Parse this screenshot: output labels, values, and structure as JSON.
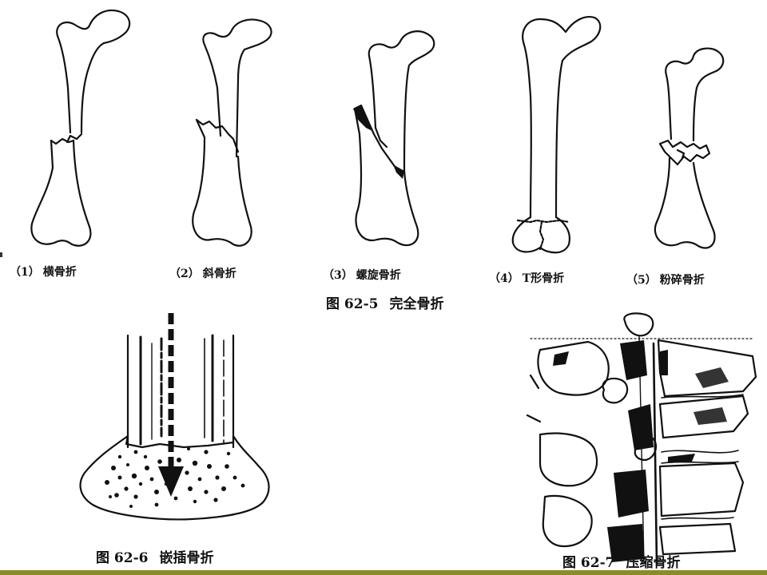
{
  "figure_5": {
    "caption_number": "图 62-5",
    "caption_title": "完全骨折",
    "panels": [
      {
        "index": "（1）",
        "name": "横骨折"
      },
      {
        "index": "（2）",
        "name": "斜骨折"
      },
      {
        "index": "（3）",
        "name": "螺旋骨折"
      },
      {
        "index": "（4）",
        "name": "T形骨折"
      },
      {
        "index": "（5）",
        "name": "粉碎骨折"
      }
    ]
  },
  "figure_6": {
    "caption_number": "图 62-6",
    "caption_title": "嵌插骨折"
  },
  "figure_7": {
    "caption_number": "图 62-7",
    "caption_title": "压缩骨折"
  },
  "colors": {
    "line": "#111111",
    "paper": "#ffffff",
    "footer_bar": "#8b8a2c"
  }
}
